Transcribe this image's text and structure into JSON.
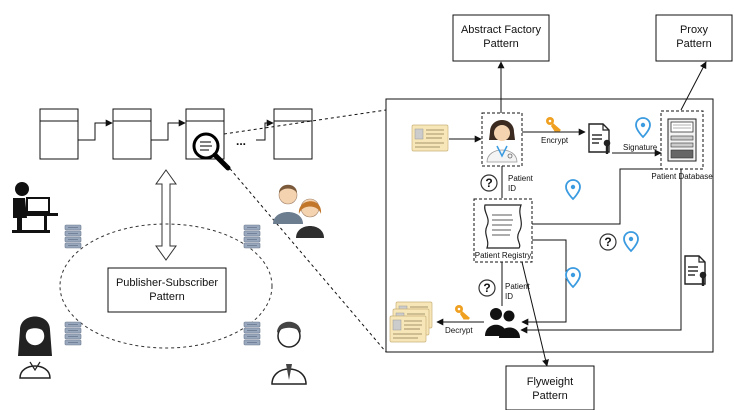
{
  "labels": {
    "abstract_factory_line1": "Abstract Factory",
    "abstract_factory_line2": "Pattern",
    "proxy_line1": "Proxy",
    "proxy_line2": "Pattern",
    "flyweight_line1": "Flyweight",
    "flyweight_line2": "Pattern",
    "pubsub_line1": "Publisher-Subscriber",
    "pubsub_line2": "Pattern",
    "encrypt": "Encrypt",
    "decrypt": "Decrypt",
    "signature": "Signature",
    "patient_database": "Patient Database",
    "patient_registry": "Patient Registry",
    "patient_id_upper_1": "Patient",
    "patient_id_upper_2": "ID",
    "patient_id_lower_1": "Patient",
    "patient_id_lower_2": "ID",
    "ellipsis": "...",
    "question_mark": "?"
  },
  "colors": {
    "line": "#111111",
    "key": "#f0a020",
    "pin": "#3b9be0",
    "card": "#f7e6b8",
    "server": "#9aa8bd",
    "magnifier": "#000000"
  },
  "icons": [
    "user-desk-icon",
    "doctor-icon",
    "patients-couple-icon",
    "woman-avatar-icon",
    "man-avatar-icon",
    "server-icon",
    "patient-card-icon",
    "key-icon",
    "document-key-icon",
    "location-pin-icon",
    "question-circle-icon",
    "patient-database-icon",
    "patient-registry-scroll-icon",
    "group-icon",
    "magnifier-icon"
  ]
}
